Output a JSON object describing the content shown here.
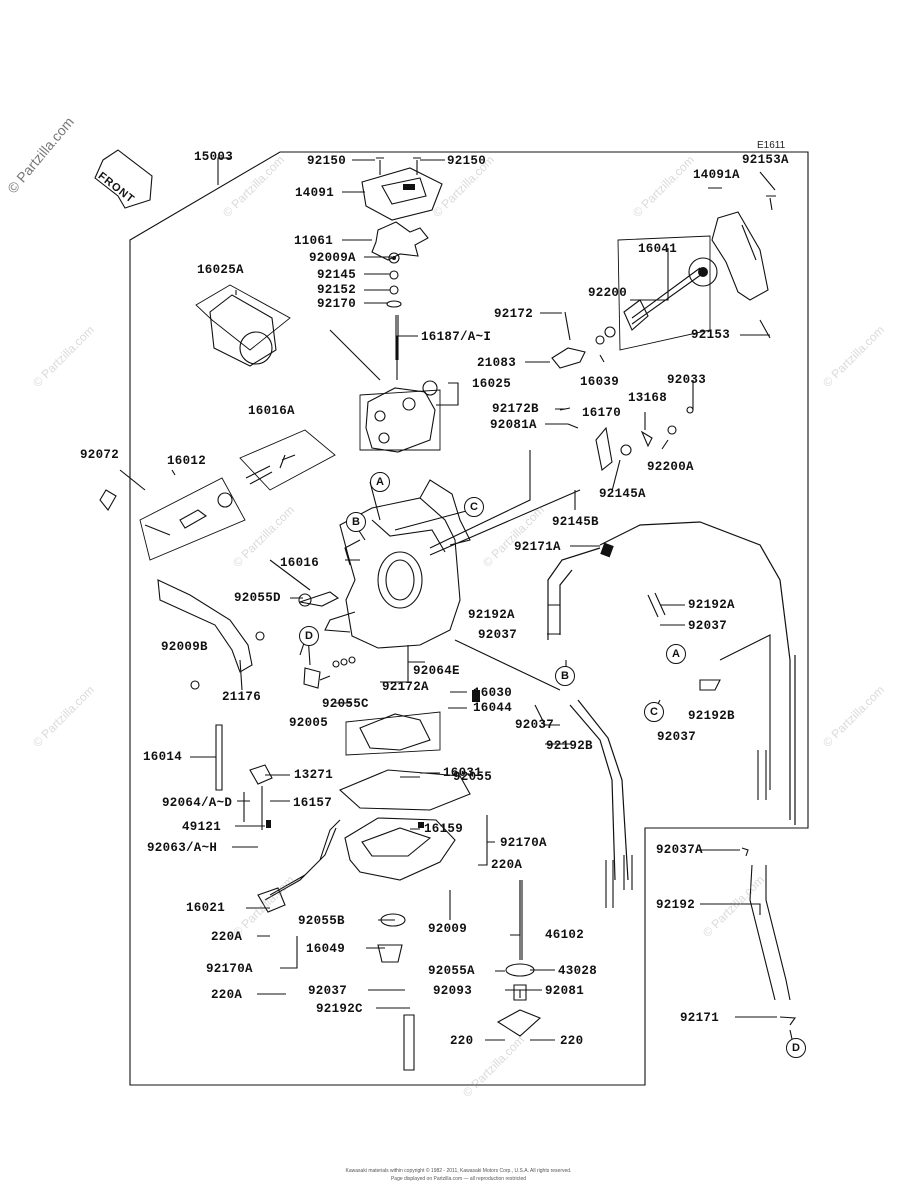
{
  "diagram_code": "E1611",
  "front_label": "FRONT",
  "watermark": "© Partzilla.com",
  "copyright_line1": "Kawasaki materials within copyright © 1982 - 2011, Kawasaki Motors Corp., U.S.A. All rights reserved.",
  "copyright_line2": "Page displayed on Partzilla.com — all reproduction restricted",
  "callouts": {
    "A": "A",
    "B": "B",
    "C": "C",
    "D": "D"
  },
  "labels": {
    "p15003": "15003",
    "p92150a": "92150",
    "p92150b": "92150",
    "p14091": "14091",
    "p11061": "11061",
    "p92009A": "92009A",
    "p92145": "92145",
    "p92152": "92152",
    "p92170": "92170",
    "p16025A": "16025A",
    "p16187": "16187/A~I",
    "p16025": "16025",
    "p92172": "92172",
    "p92200": "92200",
    "p16041": "16041",
    "p92153A": "92153A",
    "p14091A": "14091A",
    "p92153": "92153",
    "p21083": "21083",
    "p16039": "16039",
    "p92033": "92033",
    "p13168": "13168",
    "p92172B": "92172B",
    "p16170": "16170",
    "p92081A": "92081A",
    "p92200A": "92200A",
    "p92145A": "92145A",
    "p16016A": "16016A",
    "p16012": "16012",
    "p92072": "92072",
    "p92145B": "92145B",
    "p92171A": "92171A",
    "p16016": "16016",
    "p92055D": "92055D",
    "p92192Aa": "92192A",
    "p92192Ab": "92192A",
    "p92037a": "92037",
    "p92037b": "92037",
    "p92009B": "92009B",
    "p92064E": "92064E",
    "p92172A": "92172A",
    "p16030": "16030",
    "p16044": "16044",
    "p92055C": "92055C",
    "p21176": "21176",
    "p92005": "92005",
    "p92037c": "92037",
    "p92192B": "92192B",
    "p92192Bb": "92192B",
    "p92037d": "92037",
    "p16031": "16031",
    "p16014": "16014",
    "p13271": "13271",
    "p92055": "92055",
    "p92064": "92064/A~D",
    "p16157": "16157",
    "p16159": "16159",
    "p49121": "49121",
    "p92170A": "92170A",
    "p92063": "92063/A~H",
    "p220Aa": "220A",
    "p92037A": "92037A",
    "p16021": "16021",
    "p92009": "92009",
    "p92192": "92192",
    "p92055B": "92055B",
    "p220Ab": "220A",
    "p46102": "46102",
    "p16049": "16049",
    "p92170Ab": "92170A",
    "p92055A": "92055A",
    "p43028": "43028",
    "p220Ac": "220A",
    "p92037e": "92037",
    "p92093": "92093",
    "p92081": "92081",
    "p92192C": "92192C",
    "p92171": "92171",
    "p220a": "220",
    "p220b": "220"
  }
}
